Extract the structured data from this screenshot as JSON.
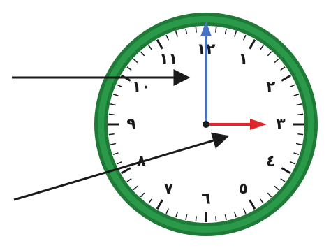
{
  "clock": {
    "numerals": [
      "١٢",
      "١",
      "٢",
      "٣",
      "٤",
      "٥",
      "٦",
      "٧",
      "٨",
      "٩",
      "١٠",
      "١١"
    ],
    "time_shown": "3:00",
    "colors": {
      "rim": "#2a9a4a",
      "rim_dark": "#1f7a37",
      "face": "#ffffff",
      "minute_hand": "#4a72c4",
      "hour_hand": "#e0262a",
      "ticks": "#1a1a1a",
      "numerals": "#1a1a1a",
      "arrows": "#1a1a1a"
    }
  },
  "pointers": {
    "upper_arrow": "pointing-arrow",
    "lower_arrow": "pointing-arrow"
  }
}
